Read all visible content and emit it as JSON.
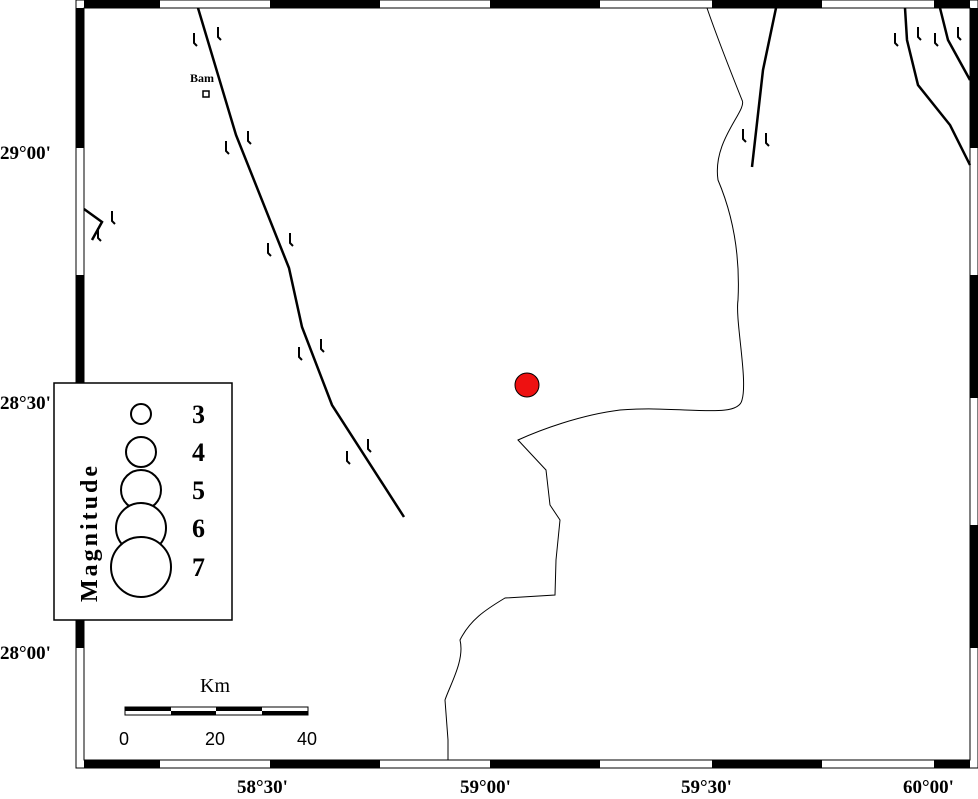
{
  "map": {
    "lon_ticks": [
      "58°30'",
      "59°00'",
      "59°30'",
      "60°00'"
    ],
    "lat_ticks": [
      "29°00'",
      "28°30'",
      "28°00'"
    ],
    "city": {
      "name": "Bam",
      "icon": "square-marker-icon"
    },
    "epicenter": {
      "color": "#ee1111",
      "icon": "filled-circle-icon"
    },
    "fault_color": "#000000",
    "border_color": "#000000"
  },
  "legend": {
    "title": "Magnitude",
    "items": [
      {
        "label": "3",
        "magnitude": 3
      },
      {
        "label": "4",
        "magnitude": 4
      },
      {
        "label": "5",
        "magnitude": 5
      },
      {
        "label": "6",
        "magnitude": 6
      },
      {
        "label": "7",
        "magnitude": 7
      }
    ]
  },
  "scale_bar": {
    "unit": "Km",
    "labels": [
      "0",
      "20",
      "40"
    ]
  }
}
